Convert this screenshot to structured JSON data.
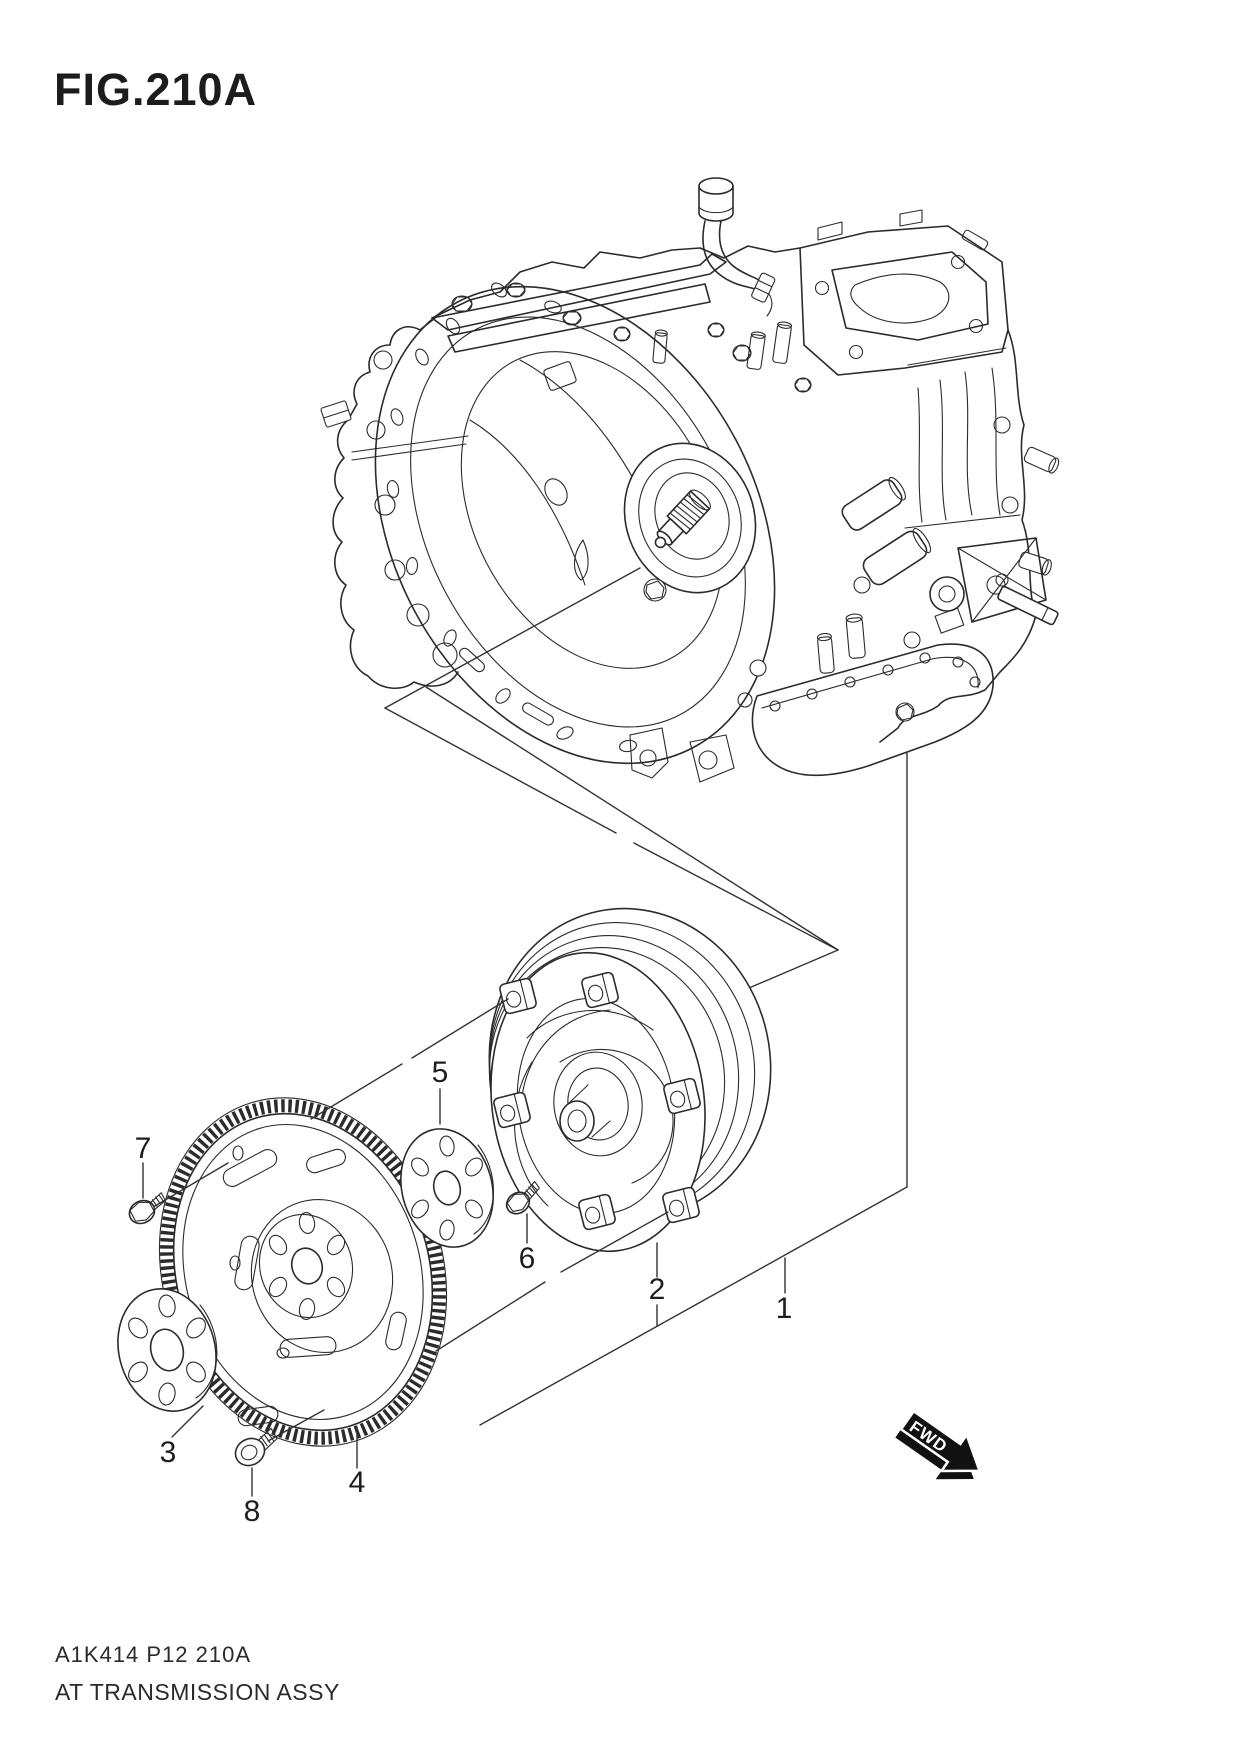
{
  "figure": {
    "title": "FIG.210A"
  },
  "footer": {
    "code": "A1K414 P12 210A",
    "name": "AT TRANSMISSION ASSY"
  },
  "direction_arrow": {
    "label": "FWD"
  },
  "callouts": [
    {
      "ref": "1"
    },
    {
      "ref": "2"
    },
    {
      "ref": "3"
    },
    {
      "ref": "4"
    },
    {
      "ref": "5"
    },
    {
      "ref": "6"
    },
    {
      "ref": "7"
    },
    {
      "ref": "8"
    }
  ],
  "colors": {
    "line": "#2b2b2b",
    "background": "#ffffff",
    "arrow_fill": "#111111",
    "arrow_label": "#ffffff"
  }
}
